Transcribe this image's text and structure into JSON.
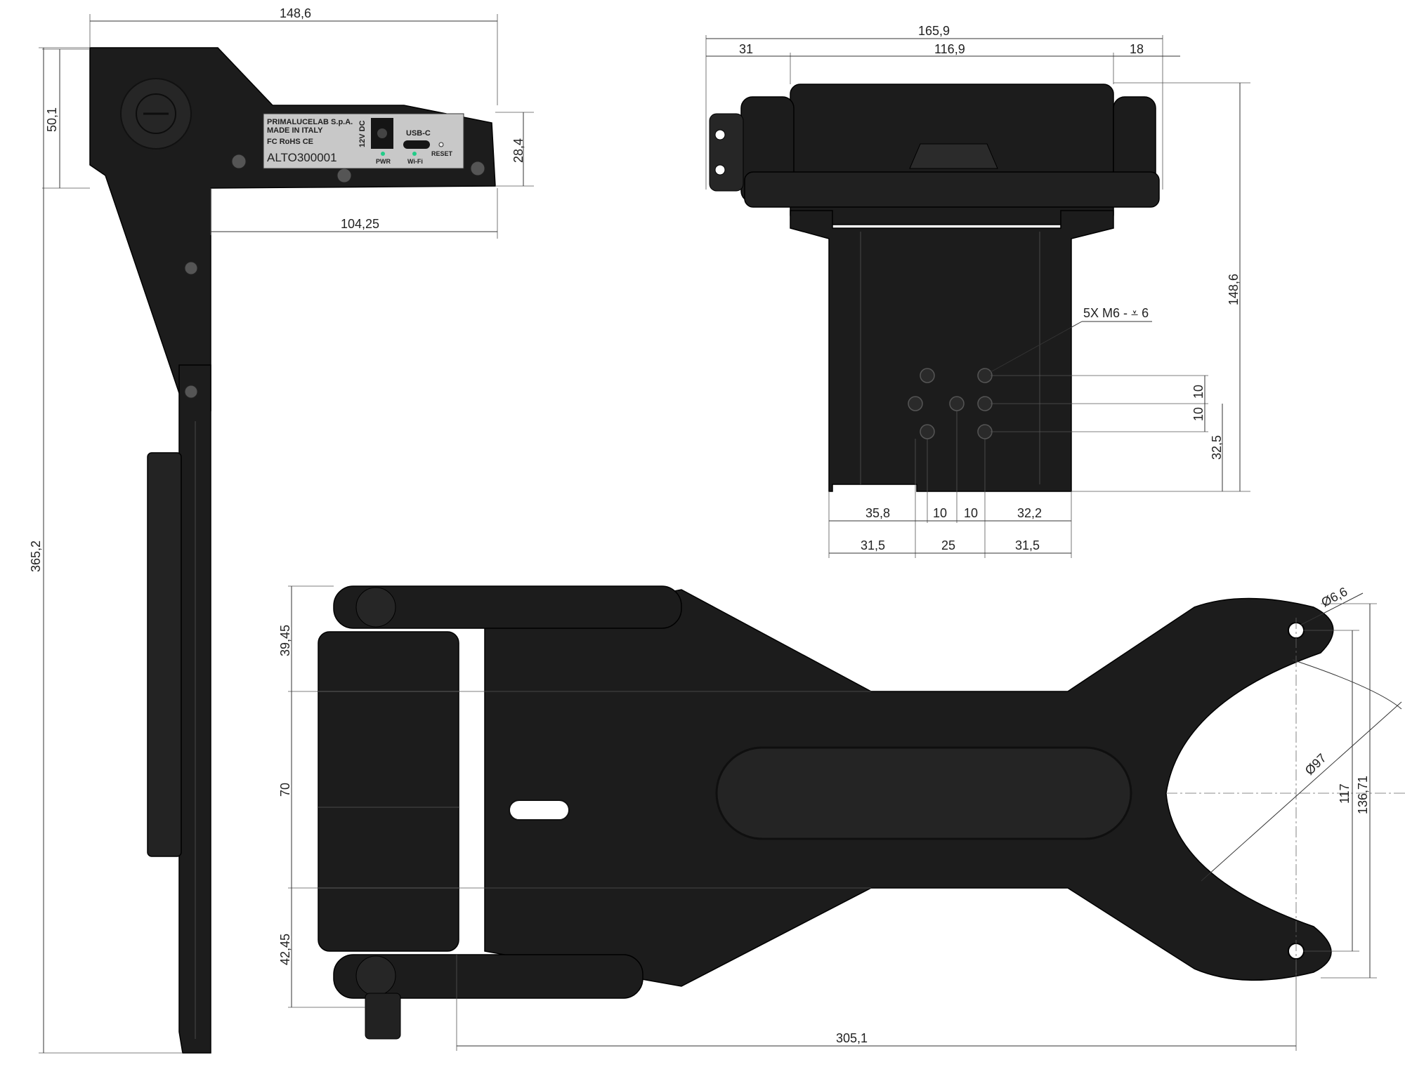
{
  "side_view": {
    "dim_top_width": "148,6",
    "dim_head_height": "50,1",
    "dim_label_height": "28,4",
    "dim_arm_offset": "104,25",
    "dim_total_height": "365,2",
    "label_line1": "PRIMALUCELAB S.p.A.",
    "label_line2": "MADE IN ITALY",
    "label_marks": "FC RoHS CE",
    "label_12v": "12V DC",
    "label_usbc": "USB-C",
    "label_pwr": "PWR",
    "label_wifi": "Wi-Fi",
    "label_reset": "RESET",
    "serial": "ALTO300001"
  },
  "top_view": {
    "dim_total_width": "165,9",
    "dim_left": "31",
    "dim_mid": "116,9",
    "dim_right": "18",
    "dim_height": "148,6",
    "callout": "5X M6 - ⩡ 6",
    "dim_v_10a": "10",
    "dim_v_10b": "10",
    "dim_v_325": "32,5",
    "dim_h_358": "35,8",
    "dim_h_10a": "10",
    "dim_h_10b": "10",
    "dim_h_322": "32,2",
    "dim_h_315a": "31,5",
    "dim_h_25": "25",
    "dim_h_315b": "31,5"
  },
  "bottom_view": {
    "dim_3945": "39,45",
    "dim_70": "70",
    "dim_4245": "42,45",
    "dim_3051": "305,1",
    "dim_hole": "Ø6,6",
    "dim_dia": "Ø97",
    "dim_117": "117",
    "dim_13671": "136,71"
  }
}
